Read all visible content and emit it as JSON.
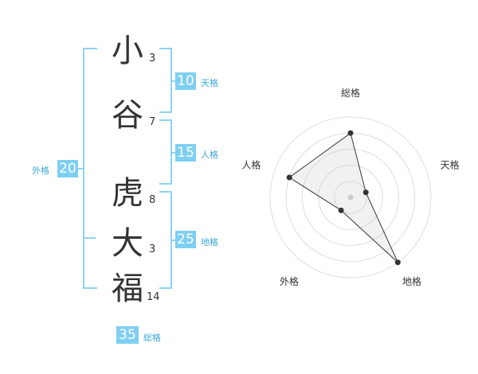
{
  "name": {
    "chars": [
      {
        "char": "小",
        "strokes": "3"
      },
      {
        "char": "谷",
        "strokes": "7"
      },
      {
        "char": "虎",
        "strokes": "8"
      },
      {
        "char": "大",
        "strokes": "3"
      },
      {
        "char": "福",
        "strokes": "14"
      }
    ]
  },
  "kaku": {
    "tenkaku": {
      "value": "10",
      "label": "天格"
    },
    "jinkaku": {
      "value": "15",
      "label": "人格"
    },
    "chikaku": {
      "value": "25",
      "label": "地格"
    },
    "gaikaku": {
      "value": "20",
      "label": "外格"
    },
    "soukaku": {
      "value": "35",
      "label": "総格"
    }
  },
  "colors": {
    "accent": "#7fcff2",
    "label": "#3aa7d8",
    "text": "#333333"
  },
  "chart_data": {
    "type": "radar",
    "axes": [
      "総格",
      "天格",
      "地格",
      "外格",
      "人格"
    ],
    "values": [
      4,
      1,
      5,
      1,
      4
    ],
    "range": [
      0,
      5
    ],
    "rings": 5
  }
}
